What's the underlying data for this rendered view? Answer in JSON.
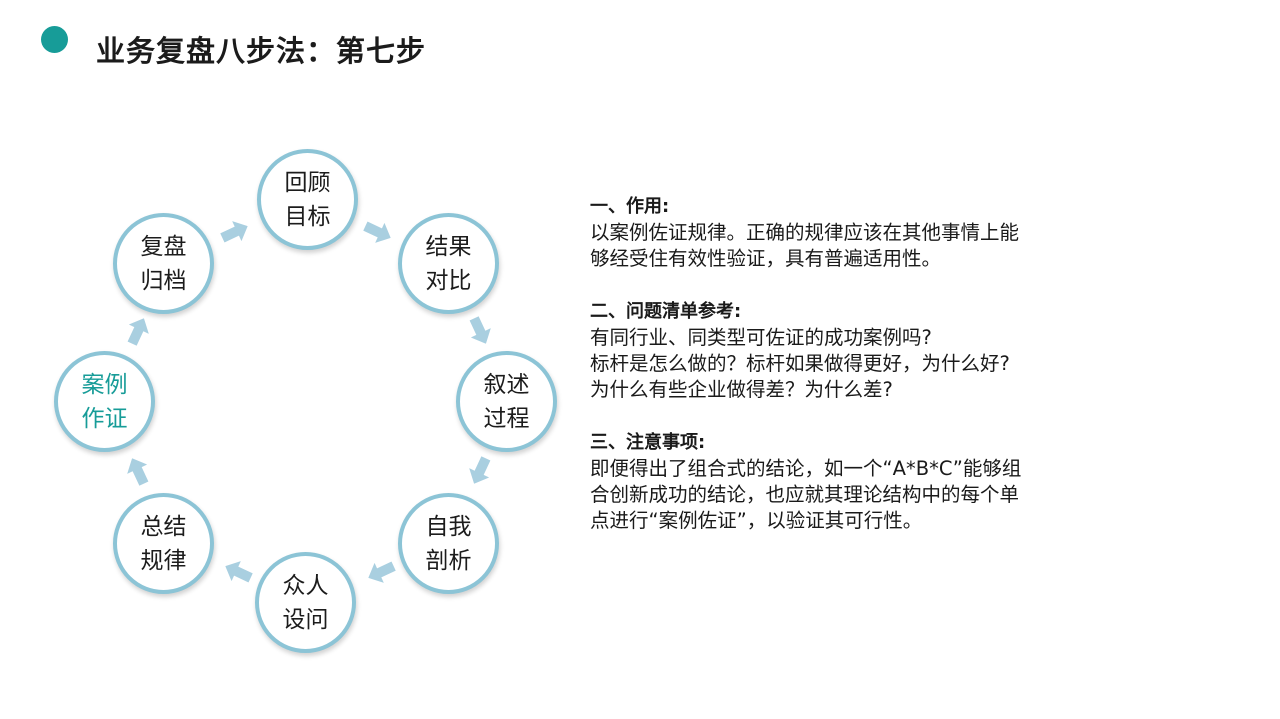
{
  "header": {
    "title": "业务复盘八步法：第七步"
  },
  "colors": {
    "accent": "#179c98",
    "circle_border": "#8cc4d6",
    "arrow": "#a9cfe0"
  },
  "cycle": {
    "nodes": [
      {
        "line1": "回顾",
        "line2": "目标"
      },
      {
        "line1": "结果",
        "line2": "对比"
      },
      {
        "line1": "叙述",
        "line2": "过程"
      },
      {
        "line1": "自我",
        "line2": "剖析"
      },
      {
        "line1": "众人",
        "line2": "设问"
      },
      {
        "line1": "总结",
        "line2": "规律"
      },
      {
        "line1": "案例",
        "line2": "作证",
        "active": true
      },
      {
        "line1": "复盘",
        "line2": "归档"
      }
    ]
  },
  "panel": {
    "sections": [
      {
        "heading": "一、作用:",
        "lines": [
          "以案例佐证规律。正确的规律应该在其他事情上能",
          "够经受住有效性验证，具有普遍适用性。"
        ]
      },
      {
        "heading": "二、问题清单参考:",
        "lines": [
          "有同行业、同类型可佐证的成功案例吗?",
          "标杆是怎么做的？标杆如果做得更好，为什么好?",
          "为什么有些企业做得差？为什么差?"
        ]
      },
      {
        "heading": "三、注意事项:",
        "lines": [
          "即便得出了组合式的结论，如一个“A*B*C”能够组",
          "合创新成功的结论，也应就其理论结构中的每个单",
          "点进行“案例佐证”，以验证其可行性。"
        ]
      }
    ]
  }
}
